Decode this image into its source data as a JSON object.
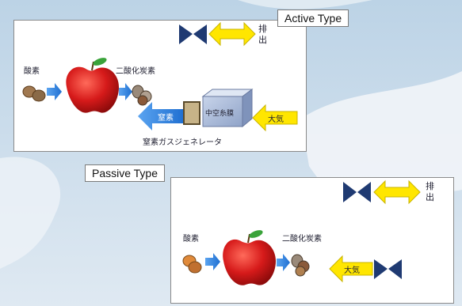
{
  "active": {
    "title": "Active Type",
    "oxygen_label": "酸素",
    "co2_label": "二酸化炭素",
    "exhaust_label": "排出",
    "nitrogen_label": "窒素",
    "membrane_label": "中空糸膜",
    "air_label": "大気",
    "generator_label": "窒素ガスジェネレータ"
  },
  "passive": {
    "title": "Passive Type",
    "oxygen_label": "酸素",
    "co2_label": "二酸化炭素",
    "exhaust_label": "排出",
    "air_label": "大気"
  },
  "colors": {
    "apple_red": "#d61a1a",
    "arrow_blue": "#1f6fd1",
    "arrow_yellow": "#ffe600",
    "valve_navy": "#1f3a72"
  }
}
